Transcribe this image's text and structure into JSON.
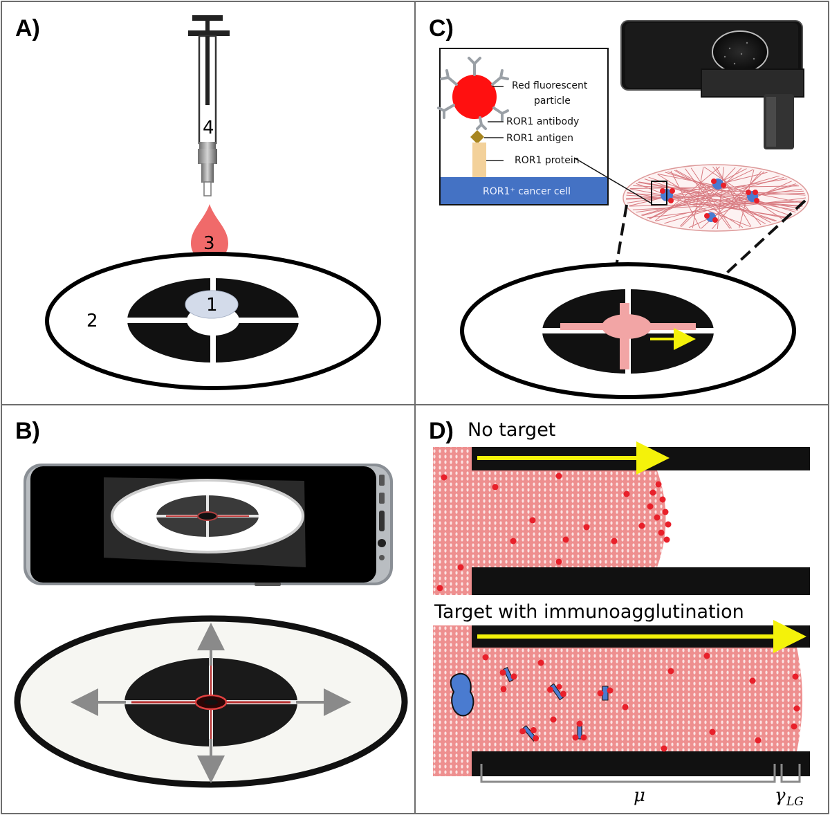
{
  "panels": {
    "a": {
      "letter": "A)",
      "syringe_label": "4",
      "drop_label": "3",
      "sample_label": "1",
      "paper_label": "2"
    },
    "b": {
      "letter": "B)"
    },
    "c": {
      "letter": "C)",
      "inset_labels": [
        "Red fluorescent",
        "particle",
        "ROR1 antibody",
        "ROR1 antigen",
        "ROR1 protein"
      ],
      "cell_label": "ROR1⁺ cancer cell"
    },
    "d": {
      "letter": "D)",
      "no_target_title": "No target",
      "target_title": "Target with immunoagglutination",
      "mu_label": "μ",
      "gamma_label": "γ",
      "gamma_sub": "LG"
    }
  },
  "colors": {
    "sample_red": "#f06a6a",
    "fluid_pink": "#f2a5a5",
    "particle_red": "#e8202a",
    "arrow_yellow": "#f4f20a",
    "cell_blue": "#4a7bd0",
    "channel_black": "#111111",
    "arrow_gray": "#8a8a8a"
  }
}
